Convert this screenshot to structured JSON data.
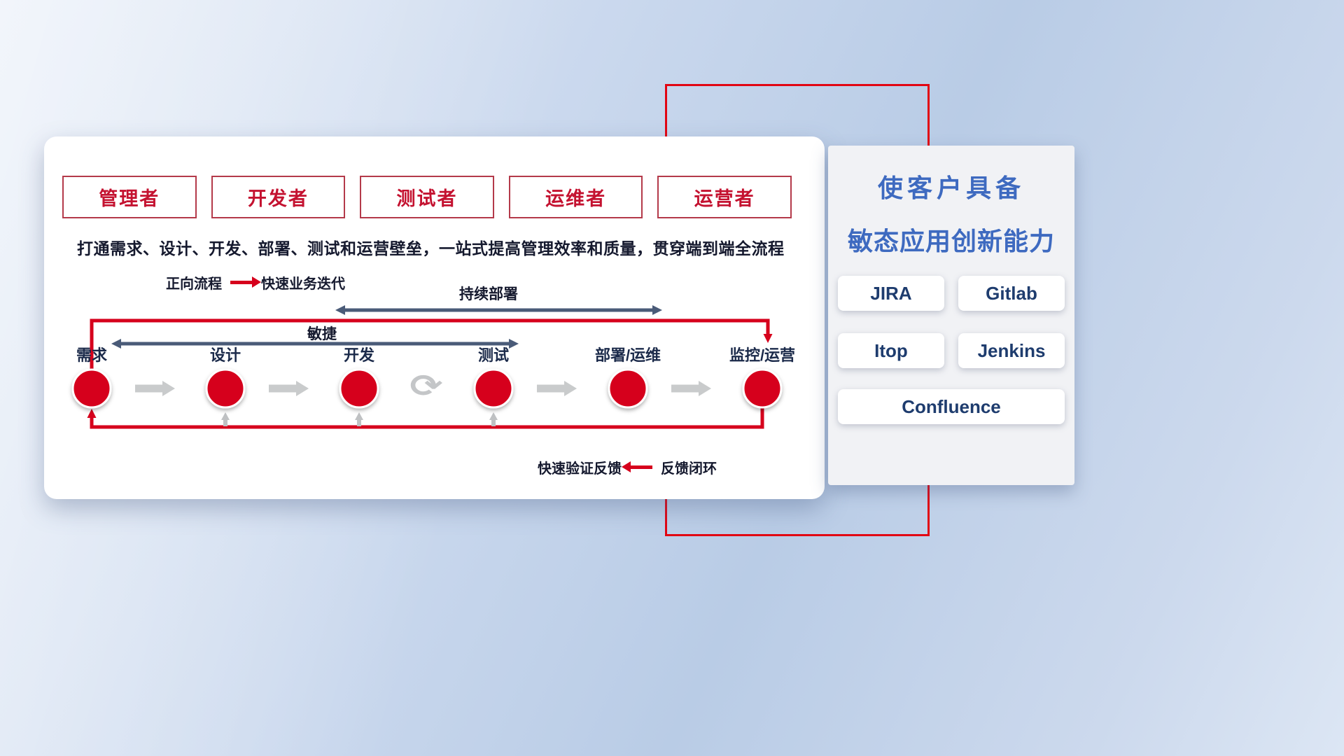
{
  "roles": [
    {
      "label": "管理者"
    },
    {
      "label": "开发者"
    },
    {
      "label": "测试者"
    },
    {
      "label": "运维者"
    },
    {
      "label": "运营者"
    }
  ],
  "description": "打通需求、设计、开发、部署、测试和运营壁垒，一站式提高管理效率和质量，贯穿端到端全流程",
  "legend_forward": {
    "label": "正向流程",
    "value": "快速业务迭代"
  },
  "span_arrows": [
    {
      "label": "持续部署"
    },
    {
      "label": "敏捷"
    }
  ],
  "flow_nodes": [
    {
      "label": "需求"
    },
    {
      "label": "设计"
    },
    {
      "label": "开发"
    },
    {
      "label": "测试"
    },
    {
      "label": "部署/运维"
    },
    {
      "label": "监控/运营"
    }
  ],
  "legend_feedback": {
    "label": "快速验证反馈",
    "value": "反馈闭环"
  },
  "icons": {
    "iteration_loop": "⟳"
  },
  "panel": {
    "title_line1": "使客户具备",
    "title_line2": "敏态应用创新能力",
    "tools": [
      "JIRA",
      "Gitlab",
      "Itop",
      "Jenkins",
      "Confluence"
    ]
  },
  "colors": {
    "accent_red": "#d6001c",
    "frame_red": "#e20613",
    "dark_navy": "#1b2a4a",
    "panel_title_blue": "#3e6ac0",
    "tool_text_blue": "#1e3c6e",
    "span_arrow_slate": "#4a5b78",
    "flow_arrow_gray": "#c9cbcc"
  }
}
